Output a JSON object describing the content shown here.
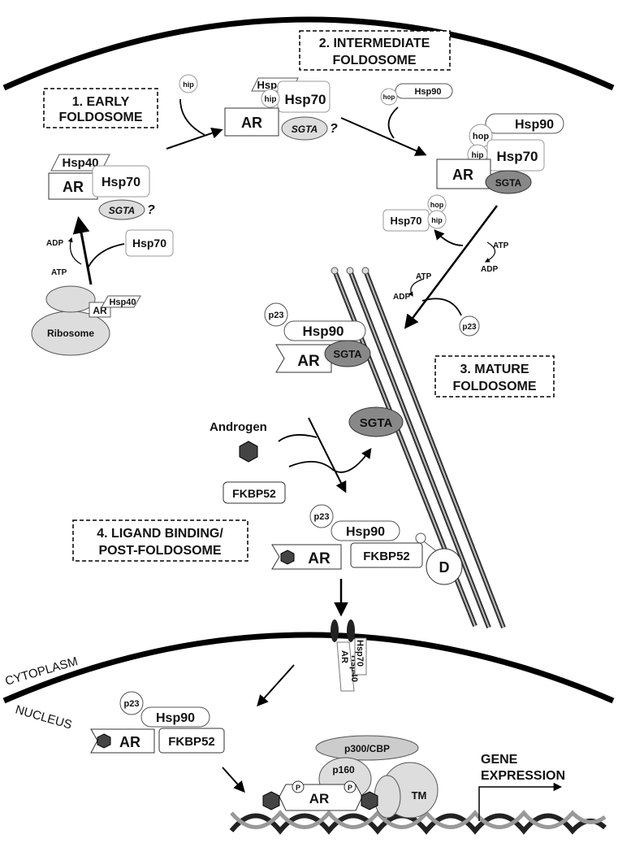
{
  "stages": {
    "early": [
      "1. EARLY",
      "FOLDOSOME"
    ],
    "intermediate": [
      "2. INTERMEDIATE",
      "FOLDOSOME"
    ],
    "mature": [
      "3. MATURE",
      "FOLDOSOME"
    ],
    "ligand": [
      "4. LIGAND BINDING/",
      "POST-FOLDOSOME"
    ]
  },
  "proteins": {
    "ar": "AR",
    "hsp40": "Hsp40",
    "hsp70": "Hsp70",
    "hsp90": "Hsp90",
    "hip": "hip",
    "hop": "hop",
    "p23": "p23",
    "sgta": "SGTA",
    "fkbp52": "FKBP52",
    "dynein": "D",
    "p300": "p300/CBP",
    "p160": "p160",
    "tm": "TM",
    "phospho": "P",
    "ribosome": "Ribosome"
  },
  "labels": {
    "question": "?",
    "adp": "ADP",
    "atp": "ATP",
    "androgen": "Androgen",
    "cytoplasm": "CYTOPLASM",
    "nucleus": "NUCLEUS",
    "gene_expression": [
      "GENE",
      "EXPRESSION"
    ]
  }
}
